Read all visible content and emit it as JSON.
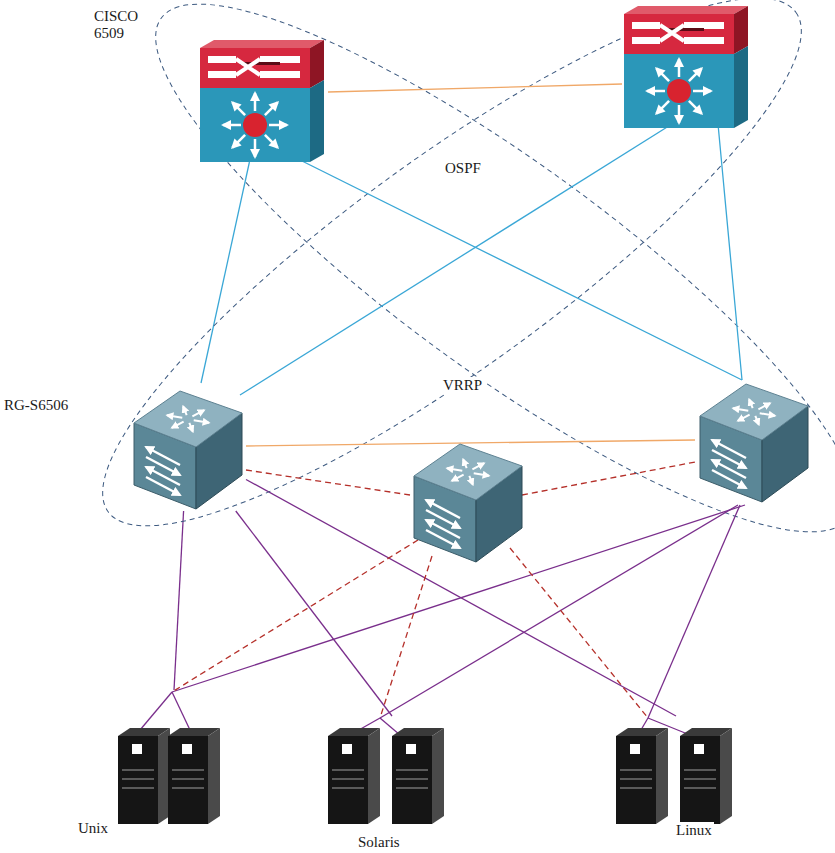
{
  "diagram": {
    "nodes": [
      {
        "text": [
          "CISCO 6509"
        ]
      },
      {
        "text": [
          "RG-S6506"
        ]
      },
      {
        "text": [
          "Unix"
        ]
      },
      {
        "text": [
          "Solaris"
        ]
      },
      {
        "text": [
          "Linux"
        ]
      }
    ],
    "edges": [
      {
        "from": 0,
        "to": 1,
        "arrow": "none"
      },
      {
        "from": 1,
        "to": 2,
        "arrow": "none"
      },
      {
        "from": 1,
        "to": 3,
        "arrow": "none"
      },
      {
        "from": 1,
        "to": 4,
        "arrow": "none"
      }
    ],
    "labels": [
      "OSPF",
      "VRRP"
    ]
  }
}
